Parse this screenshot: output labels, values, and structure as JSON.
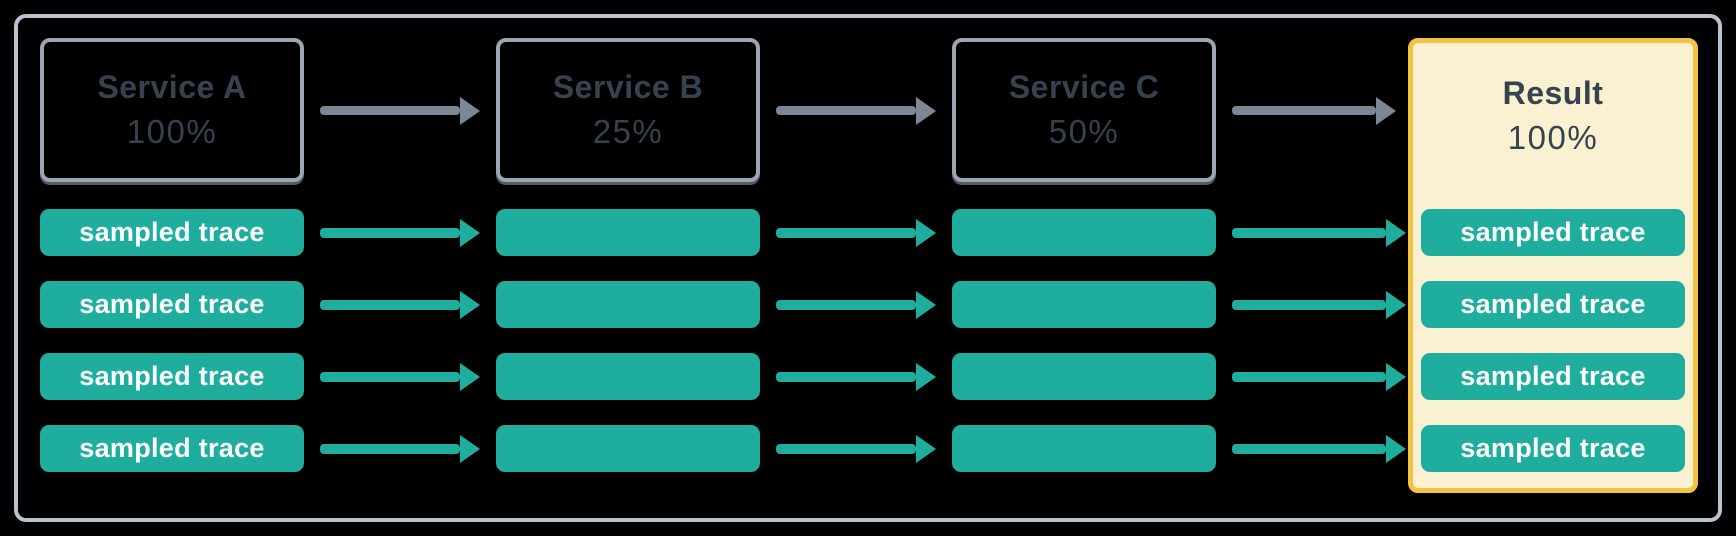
{
  "diagram": {
    "services": [
      {
        "label": "Service A",
        "rate": "100%"
      },
      {
        "label": "Service B",
        "rate": "25%"
      },
      {
        "label": "Service C",
        "rate": "50%"
      }
    ],
    "result": {
      "label": "Result",
      "rate": "100%"
    },
    "trace_label": "sampled trace",
    "trace_rows": 4,
    "colors": {
      "background": "#000000",
      "frame_border": "#b8c3cd",
      "box_border": "#9aa7b3",
      "text_dark": "#36424d",
      "arrow_gray": "#7b8794",
      "teal": "#1fad9d",
      "pill_text": "#ffffff",
      "result_bg": "#faf0d2",
      "result_border": "#f3c342"
    }
  }
}
